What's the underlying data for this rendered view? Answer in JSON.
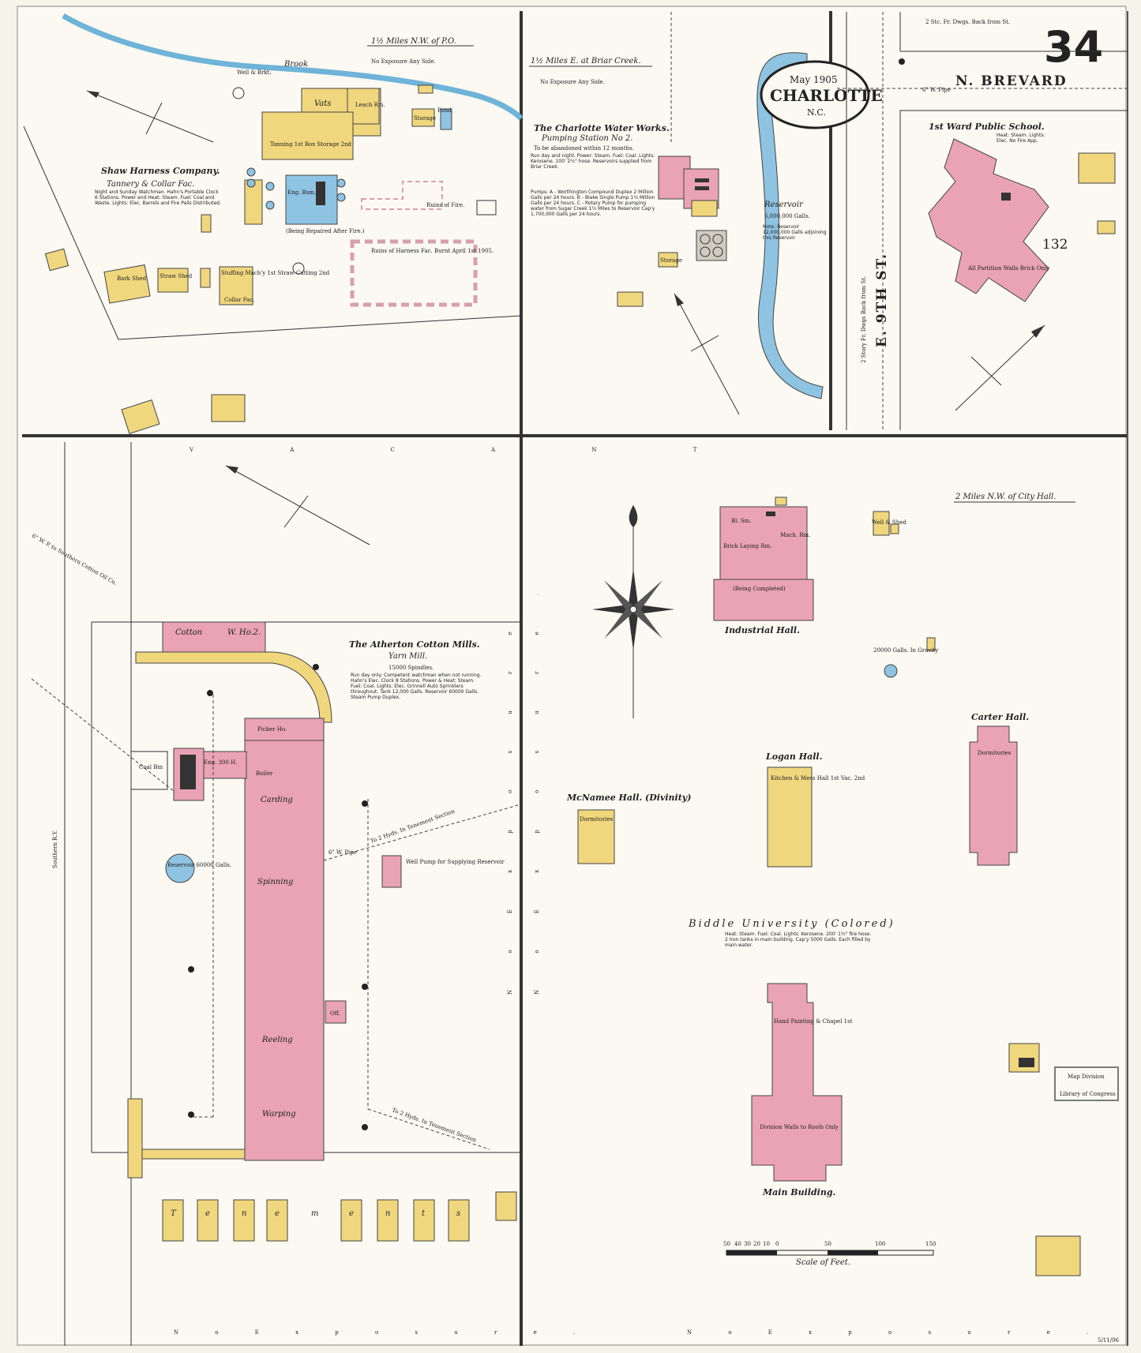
{
  "sheet": {
    "page_number": "34",
    "date": "May 1905",
    "city": "CHARLOTTE",
    "state": "N.C.",
    "stamp": [
      "Map Division",
      "Library of Congress"
    ],
    "corner_code": "5/11/06",
    "scale_title": "Scale of Feet.",
    "scale_ticks": [
      "50",
      "40",
      "30",
      "20",
      "10",
      "0",
      "50",
      "100",
      "150"
    ]
  },
  "tannery": {
    "location": "1½ Miles N.W. of P.O.",
    "exposure": "No Exposure Any Side.",
    "name": "Shaw Harness Company.",
    "subtitle": "Tannery & Collar Fac.",
    "notes": "Night and Sunday Watchman. Hahn's Portable Clock 6 Stations. Power and Heat: Steam. Fuel: Coal and Waste. Lights: Elec. Barrels and Fire Pails Distributed.",
    "brook": "Brook",
    "vats": "Vats",
    "leach": "Leach Rm.",
    "tanning": "Tanning 1st Box Storage 2nd",
    "storage": "Storage",
    "pond": "Pond",
    "engine": "Eng. Bsm.",
    "engine_note": "(Being Repaired After Fire.)",
    "ruins_d": "Ruins of Fire.",
    "ruins_f": "Ruins of Harness Fac. Burnt April 1st 1905.",
    "bark": "Bark Shed",
    "straw": "Straw Shed",
    "stuffing": "Stuffing Mach'y 1st Straw Cutting 2nd",
    "collar": "Collar Fac.",
    "well": "Well & Brkt."
  },
  "waterworks": {
    "location": "1½ Miles E. at Briar Creek.",
    "exposure": "No Exposure Any Side.",
    "name": "The Charlotte Water Works.",
    "subtitle": "Pumping Station No 2.",
    "abandon": "To be abandoned within 12 months.",
    "notes": "Run day and night. Power: Steam. Fuel: Coal. Lights: Kerosene. 100' 2½\" hose. Reservoirs supplied from Briar Creek.",
    "pumps": "Pumps: A - Worthington Compound Duplex 2 Million Galls per 24 hours. B - Blake Single Pump 1½ Million Galls per 24 hours. C - Rotary Pump for pumping water from Sugar Creek 1½ Miles to Reservoir Cap'y 1,700,000 Galls per 24 hours.",
    "reservoir": "Reservoir",
    "reservoir_cap": "6,000,000 Galls.",
    "reservoir_note": "Note: Reservoir 12,000,000 Galls adjoining this Reservoir",
    "storage": "Storage"
  },
  "school": {
    "street_n": "N. BREVARD",
    "street_e": "E. 9TH ST.",
    "pipe": "6\" W. Pipe",
    "block": "132",
    "name": "1st Ward Public School.",
    "notes": "Heat: Steam. Lights: Elec. No Fire App.",
    "floors": "All Partition Walls Brick Only",
    "rear_note": "2 Stc. Fr. Dwgs. Back from St.",
    "side_note": "2 Story Fr. Dwgs Back from St."
  },
  "mill": {
    "vacant": "V A C A N T",
    "name": "The Atherton Cotton Mills.",
    "subtitle": "Yarn Mill.",
    "spindles": "15000 Spindles.",
    "notes": "Run day only. Competent watchman when not running. Hahn's Elec. Clock 8 Stations. Power & Heat: Steam. Fuel: Coal. Lights: Elec. Grinnell Auto Sprinklers throughout. Tank 12,000 Galls. Reservoir 60000 Galls. Steam Pump Duplex.",
    "cotton": "Cotton",
    "wh": "W. Ho.2.",
    "picker": "Picker Ho.",
    "carding": "Carding",
    "spinning": "Spinning",
    "reeling": "Reeling",
    "warping": "Warping",
    "engine": "Eng. 300 H.",
    "boiler": "Boiler",
    "coal": "Coal Bin",
    "reservoir": "Reservoir 60000 Galls.",
    "pipe": "6\" W. Pipe",
    "well_pump": "Well Pump for Supplying Reservoir",
    "tenement_1": "To 2 Hyds. In Tenement Section",
    "tenement_2": "To 2 Hyds. In Tenement Section",
    "off": "Off.",
    "tenement_letters": [
      "T",
      "e",
      "n",
      "e",
      "m",
      "e",
      "n",
      "t",
      "s"
    ],
    "railway": "Southern R.Y.",
    "oil": "6\" W. P. to Southern Cotton Oil Co.",
    "exposure_s": "N o   E x p o s u r e .",
    "exposure_e": "N o   E x p o s u r e"
  },
  "university": {
    "location": "2 Miles N.W. of City Hall.",
    "name": "Biddle University (Colored)",
    "notes": "Heat: Steam. Fuel: Coal. Lights: Kerosene. 200' 1½\" fire hose. 2 Iron tanks in main building. Cap'y 5000 Galls. Each filled by main water.",
    "industrial": "Industrial Hall.",
    "industrial_rooms": [
      "Bl. Sm.",
      "Brick Laying Rm.",
      "Mach. Rm.",
      "(Being Completed)"
    ],
    "mcnamee": "McNamee Hall. (Divinity)",
    "mcnamee_rooms": "Dormitories",
    "logan": "Logan Hall.",
    "logan_rooms": "Kitchen & Mess Hall 1st Vac. 2nd",
    "carter": "Carter Hall.",
    "carter_rooms": "Dormitories",
    "main": "Main Building.",
    "chapel": "Hand Painting & Chapel 1st",
    "main_rooms": "Division Walls to Roofs Only",
    "tank": "20000 Galls. In Gravity",
    "well": "Well & Shed",
    "exposure_s": "N o   E x p o s u r e .",
    "exposure_w": "N o   E x p o s u r e ."
  }
}
